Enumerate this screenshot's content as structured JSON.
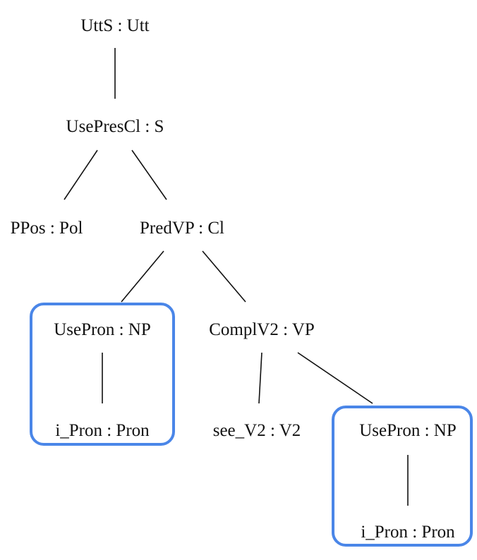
{
  "tree": {
    "nodes": [
      {
        "id": "n0",
        "label": "UttS : Utt"
      },
      {
        "id": "n1",
        "label": "UsePresCl : S"
      },
      {
        "id": "n2",
        "label": "PPos : Pol"
      },
      {
        "id": "n3",
        "label": "PredVP : Cl"
      },
      {
        "id": "n4",
        "label": "UsePron : NP"
      },
      {
        "id": "n5",
        "label": "ComplV2 : VP"
      },
      {
        "id": "n6",
        "label": "i_Pron : Pron"
      },
      {
        "id": "n7",
        "label": "see_V2 : V2"
      },
      {
        "id": "n8",
        "label": "UsePron : NP"
      },
      {
        "id": "n9",
        "label": "i_Pron : Pron"
      }
    ],
    "edges": [
      [
        "n0",
        "n1"
      ],
      [
        "n1",
        "n2"
      ],
      [
        "n1",
        "n3"
      ],
      [
        "n3",
        "n4"
      ],
      [
        "n3",
        "n5"
      ],
      [
        "n4",
        "n6"
      ],
      [
        "n5",
        "n7"
      ],
      [
        "n5",
        "n8"
      ],
      [
        "n8",
        "n9"
      ]
    ],
    "highlighted_subtrees": [
      [
        "n4",
        "n6"
      ],
      [
        "n8",
        "n9"
      ]
    ],
    "highlight_color": "#4a86e8",
    "text_color": "#111111",
    "background": "#ffffff"
  }
}
